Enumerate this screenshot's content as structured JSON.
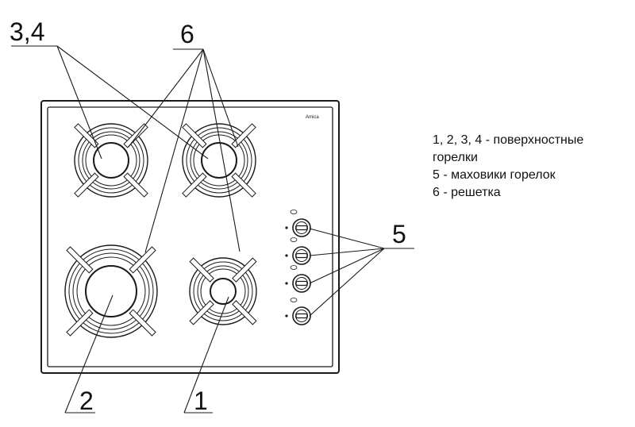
{
  "callouts": {
    "burners_3_4": "3,4",
    "grate": "6",
    "knobs": "5",
    "burner_2": "2",
    "burner_1": "1"
  },
  "brand": "Amica",
  "legend": {
    "line1": "1, 2, 3, 4 - поверхностные",
    "line2": "горелки",
    "line3": "5 - маховики  горелок",
    "line4": "6 - решетка"
  }
}
